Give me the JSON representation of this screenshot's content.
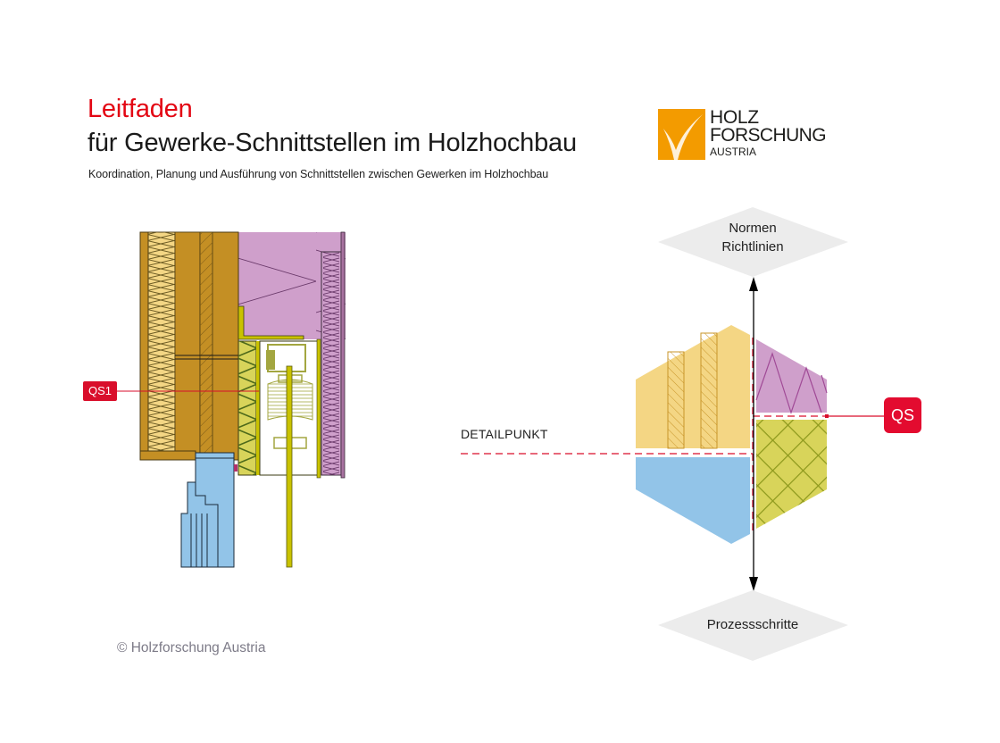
{
  "header": {
    "title_highlight": "Leitfaden",
    "title": "für Gewerke-Schnittstellen im Holzhochbau",
    "subtitle": "Koordination, Planung und Ausführung von Schnittstellen zwischen Gewerken im Holzhochbau"
  },
  "logo": {
    "line1": "HOLZ",
    "line2": "FORSCHUNG",
    "line3": "AUSTRIA",
    "color": "#f39b00"
  },
  "section_drawing": {
    "marker_label": "QS1",
    "marker_color": "#d90e2b"
  },
  "diagram": {
    "top_node": {
      "line1": "Normen",
      "line2": "Richtlinien"
    },
    "bottom_node": {
      "label": "Prozessschritte"
    },
    "detail_label": "DETAILPUNKT",
    "qs_label": "QS",
    "colors": {
      "wood": "#f4d684",
      "insulation": "#cf9fcb",
      "window": "#92c4e8",
      "green": "#d8d45a",
      "accent": "#e30b2f"
    }
  },
  "footer": {
    "copyright": "© Holzforschung Austria"
  }
}
